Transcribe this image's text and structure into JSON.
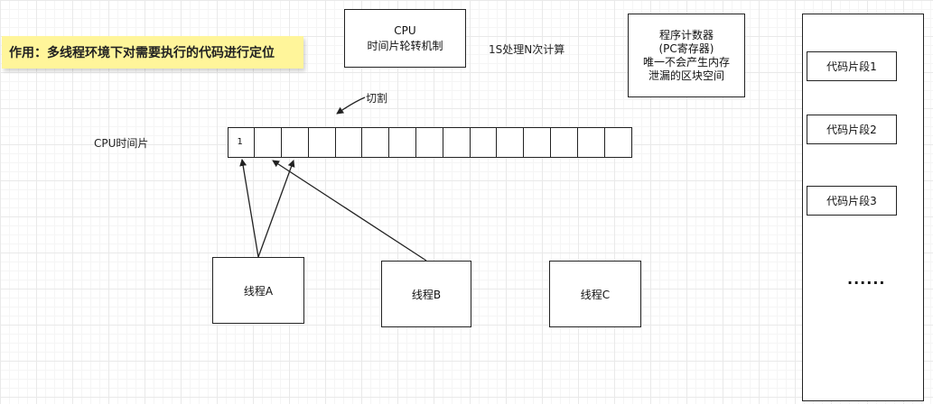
{
  "note": {
    "text": "作用：多线程环境下对需要执行的代码进行定位"
  },
  "cpu": {
    "line1": "CPU",
    "line2": "时间片轮转机制"
  },
  "rate_text": "1S处理N次计算",
  "cut_label": "切割",
  "cpu_slice_label": "CPU时间片",
  "slices": [
    "1",
    "",
    "",
    "",
    "",
    "",
    "",
    "",
    "",
    "",
    "",
    "",
    "",
    "",
    ""
  ],
  "pc": {
    "line1": "程序计数器",
    "line2": "(PC寄存器)",
    "line3": "唯一不会产生内存",
    "line4": "泄漏的区块空间"
  },
  "threads": [
    "线程A",
    "线程B",
    "线程C"
  ],
  "segments": [
    "代码片段1",
    "代码片段2",
    "代码片段3"
  ],
  "ellipsis": "......"
}
